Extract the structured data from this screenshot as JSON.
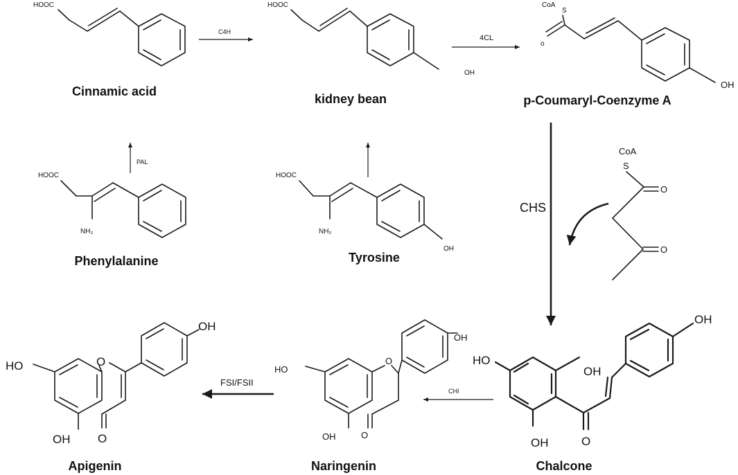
{
  "compounds": {
    "cinnamic_acid": "Cinnamic acid",
    "kidney_bean": "kidney bean",
    "p_coumaryl_coa": "p-Coumaryl-Coenzyme A",
    "phenylalanine": "Phenylalanine",
    "tyrosine": "Tyrosine",
    "chalcone": "Chalcone",
    "naringenin": "Naringenin",
    "apigenin": "Apigenin"
  },
  "enzymes": {
    "c4h": "C4H",
    "fourcl": "4CL",
    "pal": "PAL",
    "chs": "CHS",
    "chi": "CHI",
    "fsi_fsii": "FSI/FSII"
  },
  "atoms": {
    "hooc": "HOOC",
    "oh": "OH",
    "ho": "HO",
    "nh2": "NH₂",
    "coa": "CoA",
    "s": "S",
    "o": "O",
    "o_small": "o"
  }
}
